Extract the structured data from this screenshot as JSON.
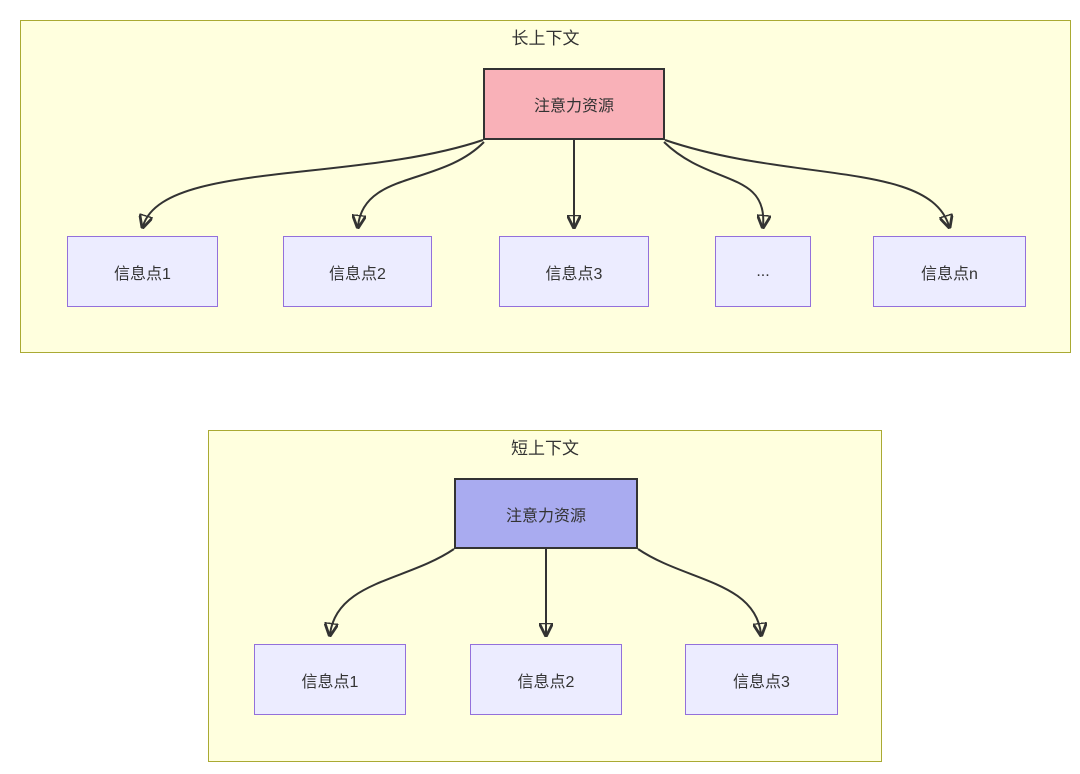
{
  "diagram": {
    "panels": [
      {
        "id": "long-context",
        "title": "长上下文",
        "source": {
          "label": "注意力资源",
          "fill": "#f9b1b8"
        },
        "targets": [
          {
            "label": "信息点1"
          },
          {
            "label": "信息点2"
          },
          {
            "label": "信息点3"
          },
          {
            "label": "..."
          },
          {
            "label": "信息点n"
          }
        ]
      },
      {
        "id": "short-context",
        "title": "短上下文",
        "source": {
          "label": "注意力资源",
          "fill": "#a9abf0"
        },
        "targets": [
          {
            "label": "信息点1"
          },
          {
            "label": "信息点2"
          },
          {
            "label": "信息点3"
          }
        ]
      }
    ],
    "colors": {
      "panel_fill": "#ffffde",
      "panel_border": "#aaaa33",
      "info_node_fill": "#ececff",
      "info_node_border": "#9370db",
      "long_source_fill": "#f9b1b8",
      "short_source_fill": "#a9abf0",
      "edge_stroke": "#333333",
      "text": "#333333"
    }
  }
}
